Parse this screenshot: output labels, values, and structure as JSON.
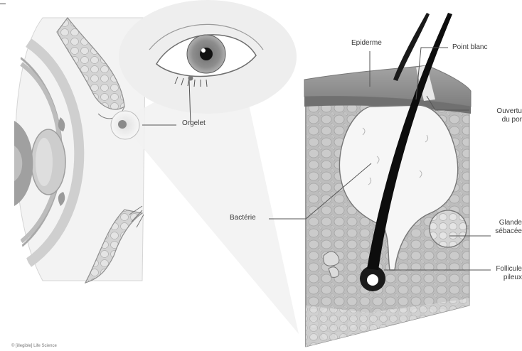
{
  "labels": {
    "orgelet": "Orgelet",
    "epiderme": "Epiderme",
    "point_blanc": "Point blanc",
    "ouverture_line1": "Ouvertu",
    "ouverture_line2": "du por",
    "bacterie": "Bactérie",
    "glande_line1": "Glande",
    "glande_line2": "sébacée",
    "follicule_line1": "Follicule",
    "follicule_line2": "pileux"
  },
  "credit": "© [illegible] Life Science",
  "colors": {
    "skin_top": "#8e8e8e",
    "tissue": "#b9b9b9",
    "gland_fill": "#f4f4f4",
    "hair": "#0d0d0d",
    "iris": "#8a8a8a",
    "leader_line": "#555555"
  }
}
